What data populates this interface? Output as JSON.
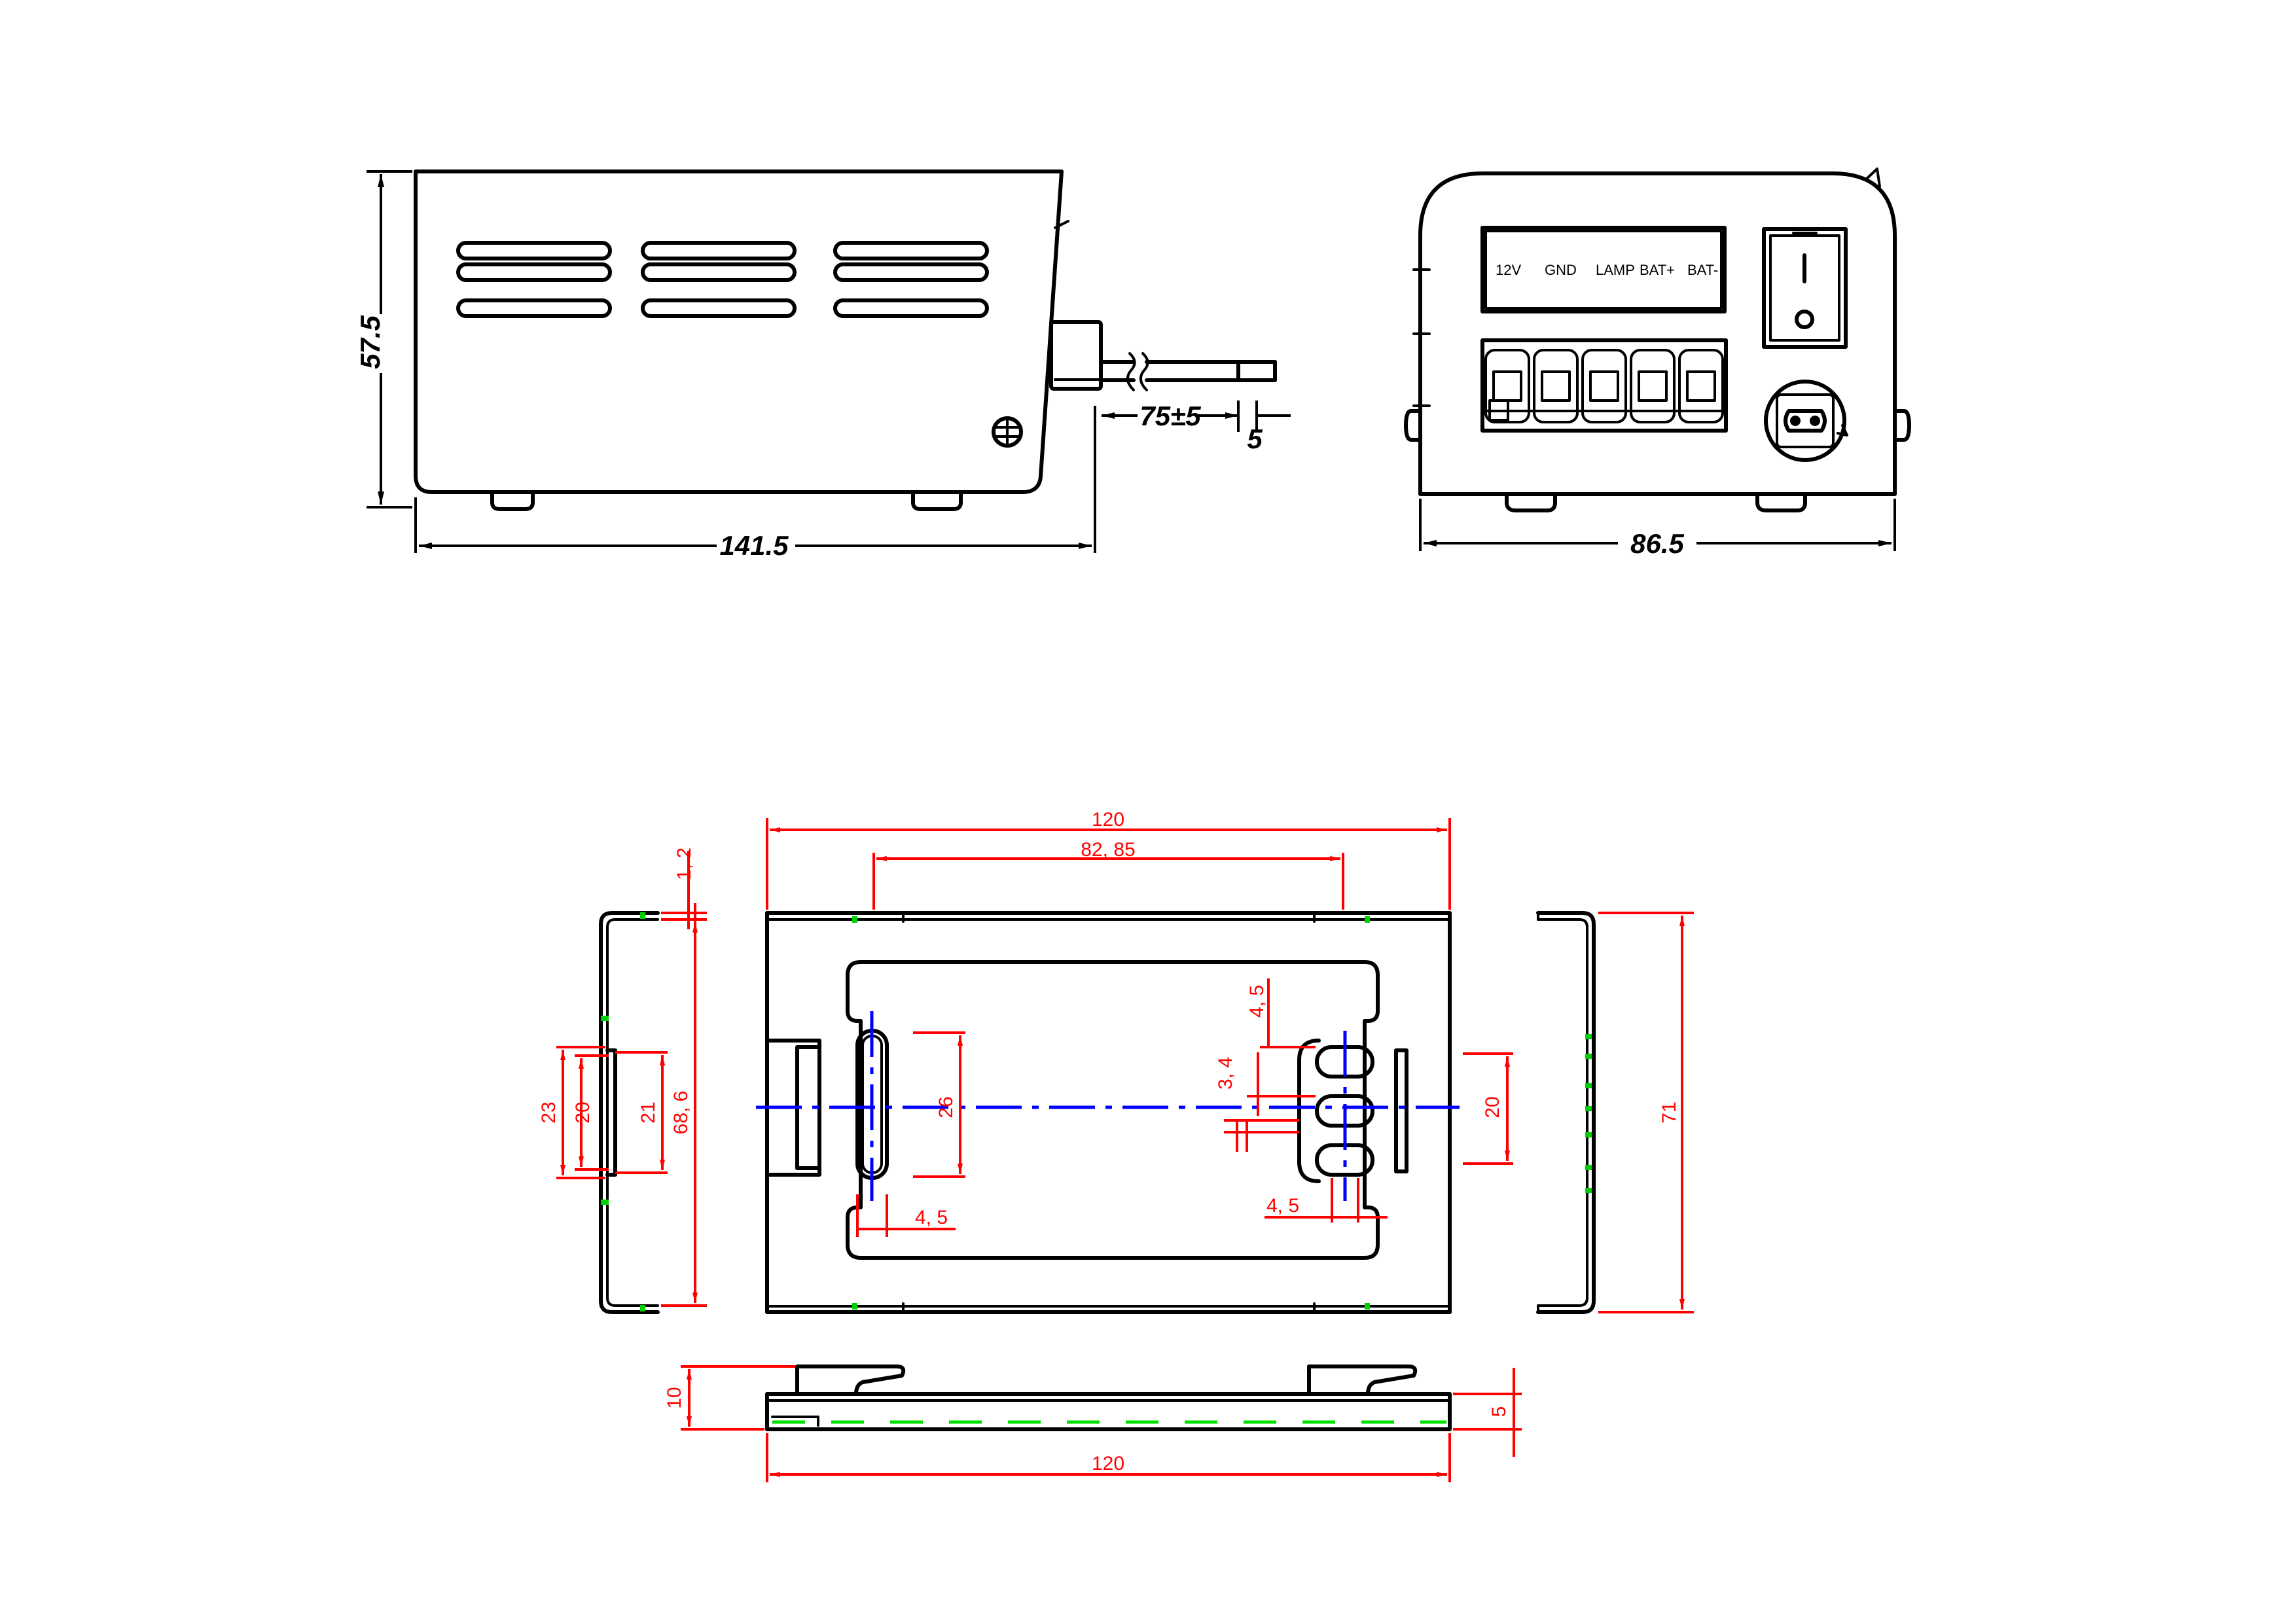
{
  "side_view": {
    "height_dim": "57.5",
    "length_dim": "141.5",
    "cable_dim": "75±5",
    "strip_dim": "5"
  },
  "front_view": {
    "width_dim": "86.5",
    "terminals": [
      "12V",
      "GND",
      "LAMP",
      "BAT+",
      "BAT-"
    ],
    "switch_on_symbol": "I",
    "switch_off_symbol": "O"
  },
  "bracket_top_view": {
    "width_dim": "120",
    "hole_span_dim": "82, 85",
    "slot_length_dim": "26",
    "slot_width_left_dim": "4, 5",
    "hole_spacing_dim": "4, 5",
    "hole_pitch_dim": "3, 4",
    "hole_width_dim": "4, 5",
    "right_tab_dim": "20"
  },
  "bracket_left_view": {
    "thickness_dim": "1, 2",
    "outer_width_dim": "23",
    "inner_width_dim": "20",
    "tab_dim": "21",
    "inner_height_dim": "68, 6"
  },
  "bracket_right_view": {
    "height_dim": "71"
  },
  "bracket_side_view": {
    "hook_height_dim": "10",
    "base_height_dim": "5",
    "length_dim": "120"
  }
}
